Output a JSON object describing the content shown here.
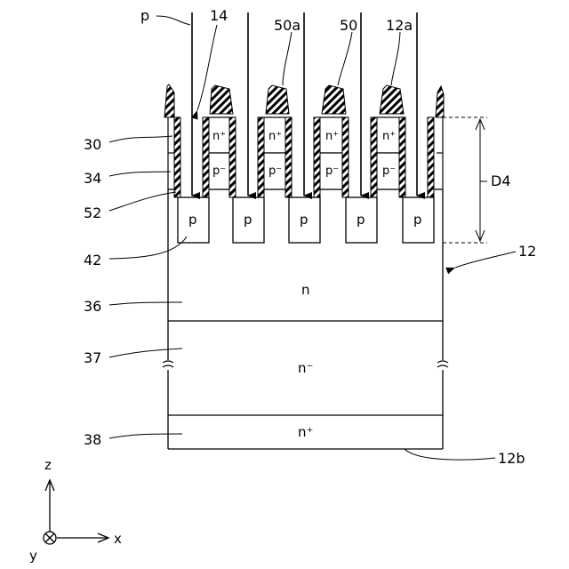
{
  "labels": {
    "p_arrow": "p",
    "l14": "14",
    "l50a": "50a",
    "l50": "50",
    "l12a": "12a",
    "l30": "30",
    "l34": "34",
    "l52": "52",
    "l42": "42",
    "l36": "36",
    "l37": "37",
    "l38": "38",
    "l12": "12",
    "l12b": "12b",
    "D4": "D4"
  },
  "regions": {
    "n_layer": "n",
    "n_minus_layer": "n⁻",
    "n_plus_layer": "n⁺"
  },
  "cells": {
    "n_plus": "n⁺",
    "p_minus": "p⁻",
    "p_region": "p"
  },
  "axes": {
    "x": "x",
    "y": "y",
    "z": "z"
  }
}
